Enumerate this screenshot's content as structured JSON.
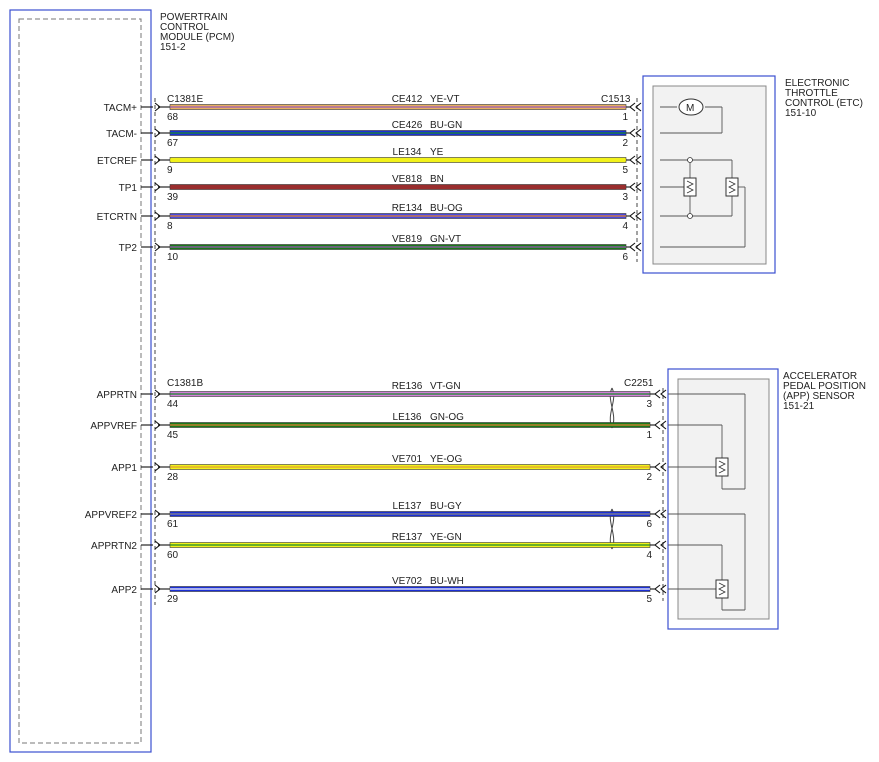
{
  "pcm": {
    "title_lines": [
      "POWERTRAIN",
      "CONTROL",
      "MODULE (PCM)",
      "151-2"
    ],
    "connector_top": "C1381E",
    "connector_bottom": "C1381B"
  },
  "etc": {
    "title_lines": [
      "ELECTRONIC",
      "THROTTLE",
      "CONTROL (ETC)",
      "151-10"
    ],
    "connector": "C1513",
    "motor_symbol": "M"
  },
  "app": {
    "title_lines": [
      "ACCELERATOR",
      "PEDAL POSITION",
      "(APP) SENSOR",
      "151-21"
    ],
    "connector": "C2251"
  },
  "circuits_top": [
    {
      "signal": "TACM+",
      "pcm_pin": "68",
      "circuit": "CE412",
      "color_code": "YE-VT",
      "etc_pin": "1",
      "wire_color": "#e8b060",
      "stripe_color": "#9b59b6"
    },
    {
      "signal": "TACM-",
      "pcm_pin": "67",
      "circuit": "CE426",
      "color_code": "BU-GN",
      "etc_pin": "2",
      "wire_color": "#1b2fd6",
      "stripe_color": "#1a8a2a"
    },
    {
      "signal": "ETCREF",
      "pcm_pin": "9",
      "circuit": "LE134",
      "color_code": "YE",
      "etc_pin": "5",
      "wire_color": "#f2f21a",
      "stripe_color": "#f2f21a"
    },
    {
      "signal": "TP1",
      "pcm_pin": "39",
      "circuit": "VE818",
      "color_code": "BN",
      "etc_pin": "3",
      "wire_color": "#9a2e2e",
      "stripe_color": "#9a2e2e"
    },
    {
      "signal": "ETCRTN",
      "pcm_pin": "8",
      "circuit": "RE134",
      "color_code": "BU-OG",
      "etc_pin": "4",
      "wire_color": "#4a4ae0",
      "stripe_color": "#e08030"
    },
    {
      "signal": "TP2",
      "pcm_pin": "10",
      "circuit": "VE819",
      "color_code": "GN-VT",
      "etc_pin": "6",
      "wire_color": "#1a7a1a",
      "stripe_color": "#9b59b6"
    }
  ],
  "circuits_bottom": [
    {
      "signal": "APPRTN",
      "pcm_pin": "44",
      "circuit": "RE136",
      "color_code": "VT-GN",
      "app_pin": "3",
      "wire_color": "#d27ed8",
      "stripe_color": "#1a8a2a"
    },
    {
      "signal": "APPVREF",
      "pcm_pin": "45",
      "circuit": "LE136",
      "color_code": "GN-OG",
      "app_pin": "1",
      "wire_color": "#1a7a1a",
      "stripe_color": "#e08030"
    },
    {
      "signal": "APP1",
      "pcm_pin": "28",
      "circuit": "VE701",
      "color_code": "YE-OG",
      "app_pin": "2",
      "wire_color": "#f2f21a",
      "stripe_color": "#e0a030"
    },
    {
      "signal": "APPVREF2",
      "pcm_pin": "61",
      "circuit": "LE137",
      "color_code": "BU-GY",
      "app_pin": "6",
      "wire_color": "#1b2fd6",
      "stripe_color": "#888888"
    },
    {
      "signal": "APPRTN2",
      "pcm_pin": "60",
      "circuit": "RE137",
      "color_code": "YE-GN",
      "app_pin": "4",
      "wire_color": "#f2f21a",
      "stripe_color": "#1a8a2a"
    },
    {
      "signal": "APP2",
      "pcm_pin": "29",
      "circuit": "VE702",
      "color_code": "BU-WH",
      "app_pin": "5",
      "wire_color": "#1b2fd6",
      "stripe_color": "#ffffff"
    }
  ]
}
